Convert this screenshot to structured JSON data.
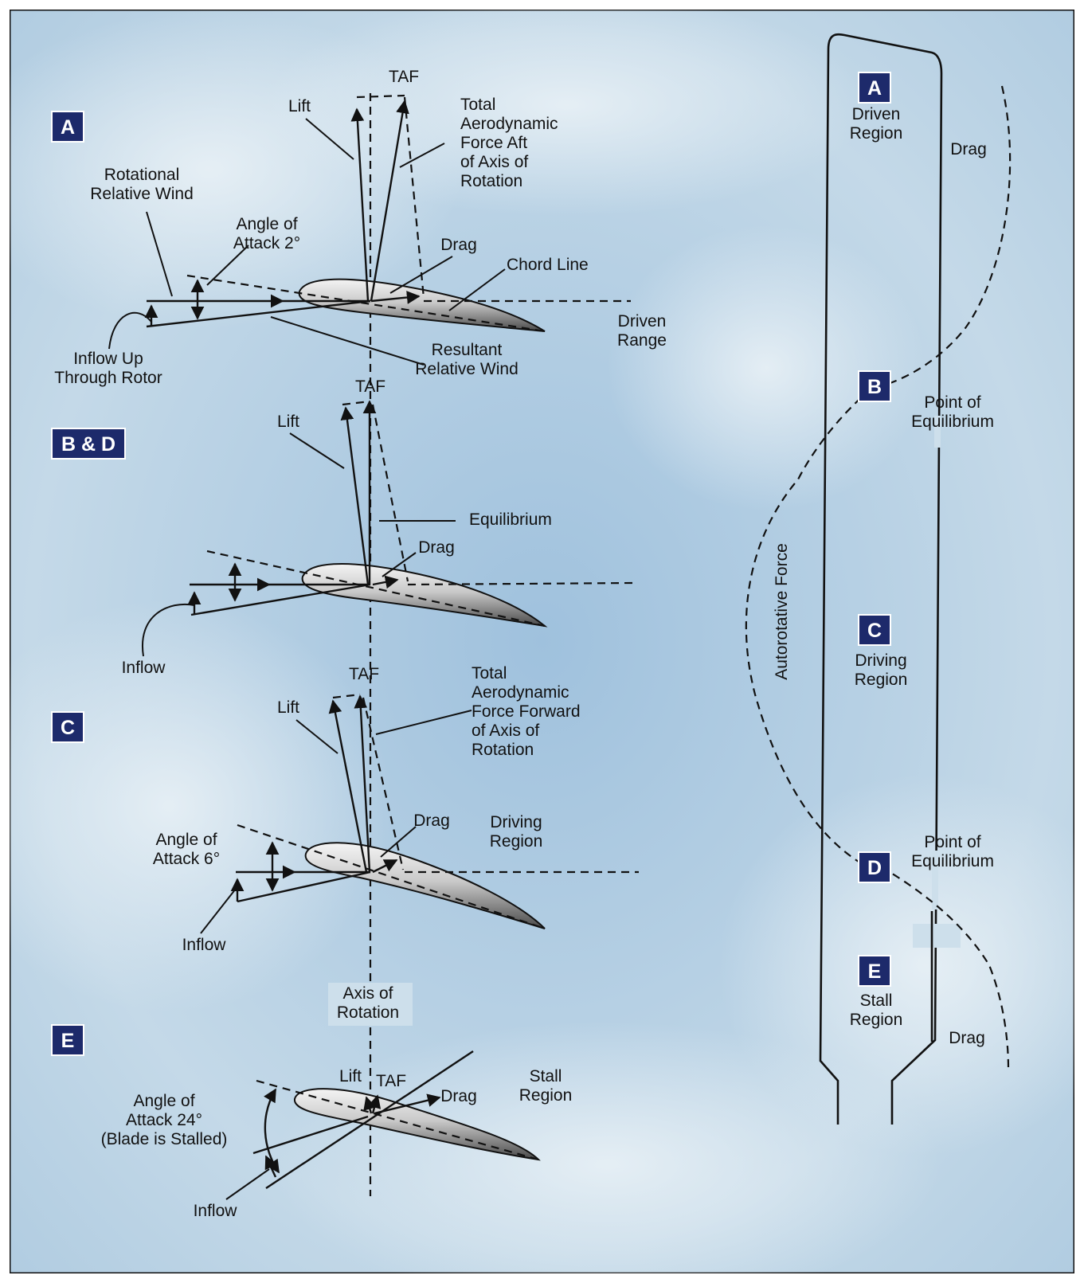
{
  "colors": {
    "badge": "#1d2a6b",
    "sky": "#b9d3e6",
    "border": "#111111"
  },
  "panels": {
    "a": {
      "badge": "A",
      "taf": "TAF",
      "lift": "Lift",
      "total_force": [
        "Total",
        "Aerodynamic",
        "Force Aft",
        "of Axis of",
        "Rotation"
      ],
      "rotational_wind": [
        "Rotational",
        "Relative Wind"
      ],
      "angle_of_attack": [
        "Angle of",
        "Attack 2°"
      ],
      "drag": "Drag",
      "chord_line": "Chord Line",
      "driven_range": [
        "Driven",
        "Range"
      ],
      "inflow": [
        "Inflow Up",
        "Through Rotor"
      ],
      "resultant_wind": [
        "Resultant",
        "Relative Wind"
      ]
    },
    "bd": {
      "badge": "B & D",
      "taf": "TAF",
      "lift": "Lift",
      "equilibrium": "Equilibrium",
      "drag": "Drag",
      "inflow": "Inflow"
    },
    "c": {
      "badge": "C",
      "taf": "TAF",
      "lift": "Lift",
      "total_force": [
        "Total",
        "Aerodynamic",
        "Force Forward",
        "of Axis of",
        "Rotation"
      ],
      "drag": "Drag",
      "driving_region": [
        "Driving",
        "Region"
      ],
      "angle_of_attack": [
        "Angle of",
        "Attack 6°"
      ],
      "inflow": "Inflow",
      "axis_of_rotation": [
        "Axis of",
        "Rotation"
      ]
    },
    "e": {
      "badge": "E",
      "lift": "Lift",
      "taf": "TAF",
      "drag": "Drag",
      "stall_region": [
        "Stall",
        "Region"
      ],
      "angle_of_attack": [
        "Angle of",
        "Attack 24°",
        "(Blade is Stalled)"
      ],
      "inflow": "Inflow"
    }
  },
  "blade": {
    "autorotative_force": "Autorotative Force",
    "a": {
      "badge": "A",
      "label": [
        "Driven",
        "Region"
      ]
    },
    "drag_top": "Drag",
    "b": {
      "badge": "B",
      "label": [
        "Point of",
        "Equilibrium"
      ]
    },
    "c": {
      "badge": "C",
      "label": [
        "Driving",
        "Region"
      ]
    },
    "d": {
      "badge": "D",
      "label": [
        "Point of",
        "Equilibrium"
      ]
    },
    "e": {
      "badge": "E",
      "label": [
        "Stall",
        "Region"
      ]
    },
    "drag_bottom": "Drag"
  }
}
